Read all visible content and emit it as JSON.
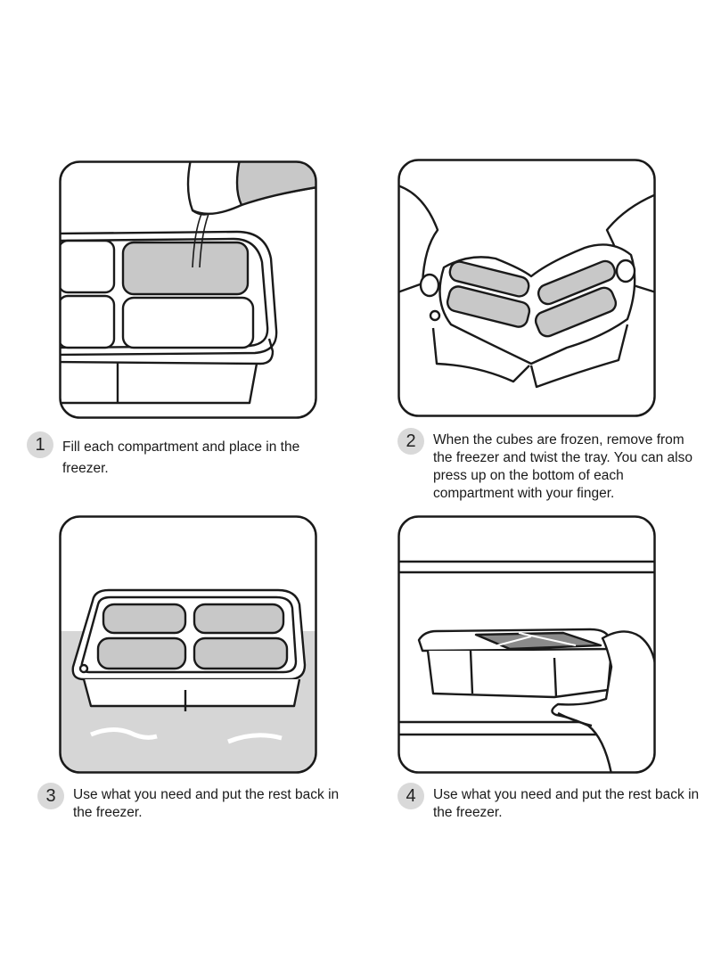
{
  "steps": [
    {
      "number": "1",
      "text": "Fill each compartment and place in the freezer."
    },
    {
      "number": "2",
      "text": "When the cubes are frozen, remove from the freezer and twist the tray. You can also press up on the bottom of each compartment with your finger."
    },
    {
      "number": "3",
      "text": "Use what you need and put the rest back in the freezer."
    },
    {
      "number": "4",
      "text": "Use what you need and put the rest back in the freezer."
    }
  ],
  "colors": {
    "outline": "#1a1a1a",
    "fill_gray": "#c8c8c8",
    "badge": "#d9d9d9",
    "ice": "#d6d6d6"
  }
}
